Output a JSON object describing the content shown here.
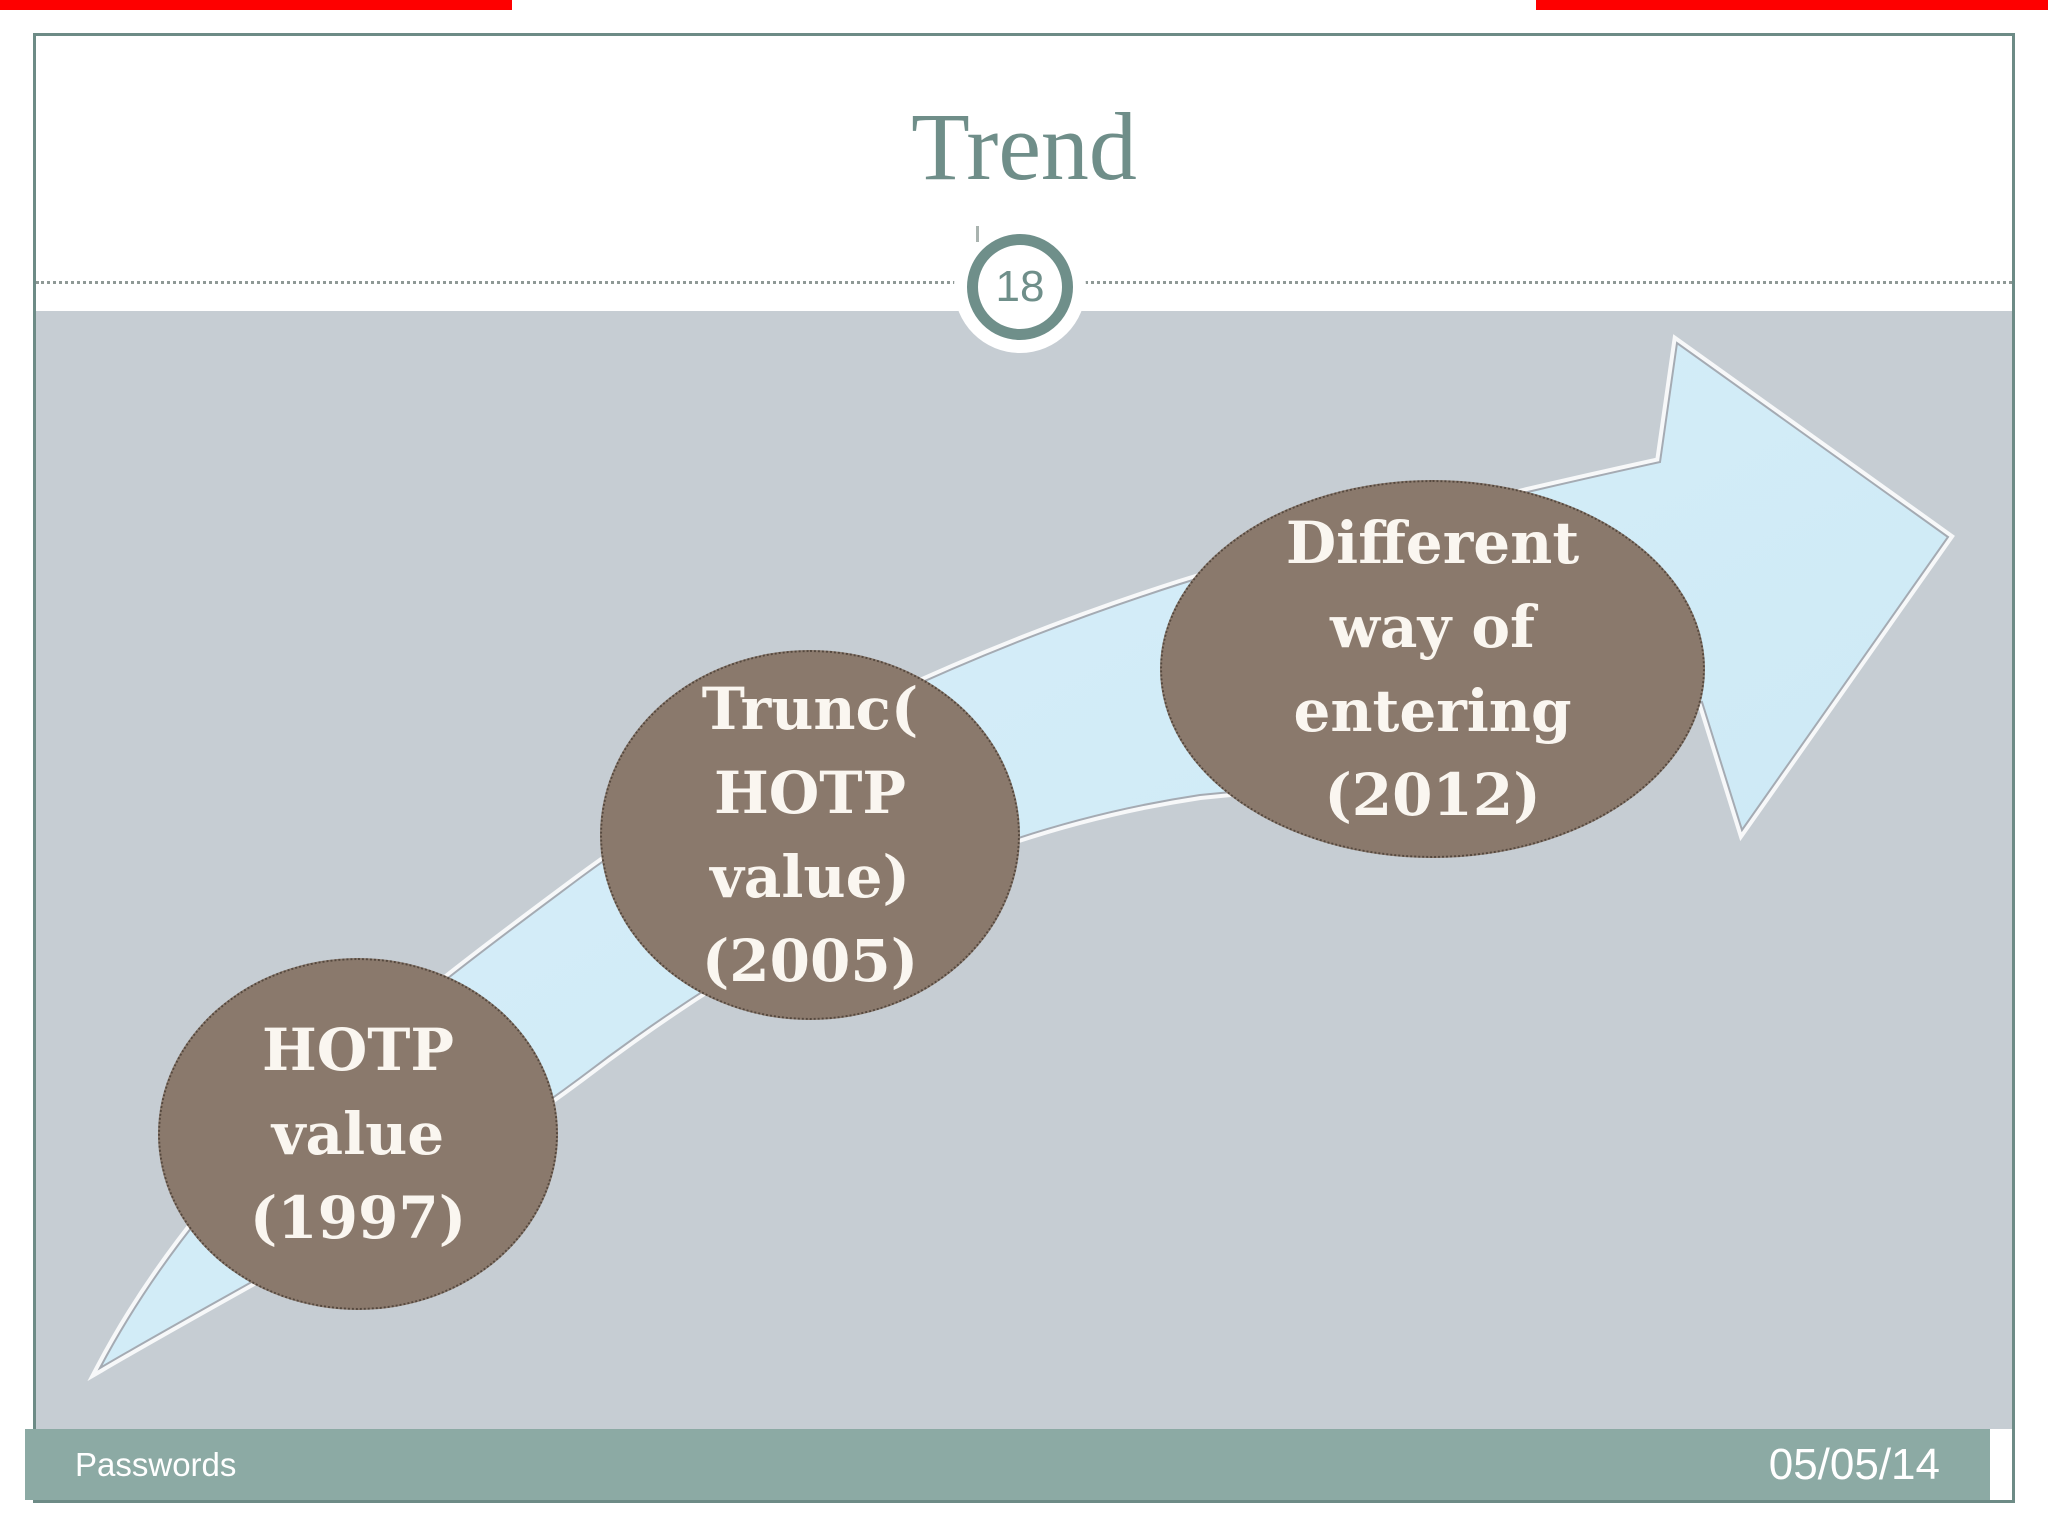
{
  "slide": {
    "title": "Trend",
    "slide_number": "18",
    "footer": {
      "left": "Passwords",
      "right": "05/05/14"
    }
  },
  "diagram": {
    "type": "upward-trend-arrow-timeline",
    "items": [
      {
        "lines": [
          "HOTP",
          "value",
          "(1997)"
        ]
      },
      {
        "lines": [
          "Trunc(",
          "HOTP",
          "value)",
          "(2005)"
        ]
      },
      {
        "lines": [
          "Different",
          "way of",
          "entering",
          "(2012)"
        ]
      }
    ]
  },
  "colors": {
    "title_teal": "#6f8e89",
    "frame_border": "#6d8b86",
    "content_background": "#c6cdd3",
    "ellipse_brown": "#8a796c",
    "ellipse_text": "#faf6f0",
    "arrow_fill_light": "#daeffa",
    "arrow_fill": "#c9e8f4",
    "arrow_outline": "#a5abb3",
    "footer_background": "#8caaa4",
    "footer_text": "#ffffff",
    "slide_number_teal": "#6f8f8a",
    "dotted_line_gray": "#8f9996",
    "top_strip_red": "#fe0000"
  }
}
